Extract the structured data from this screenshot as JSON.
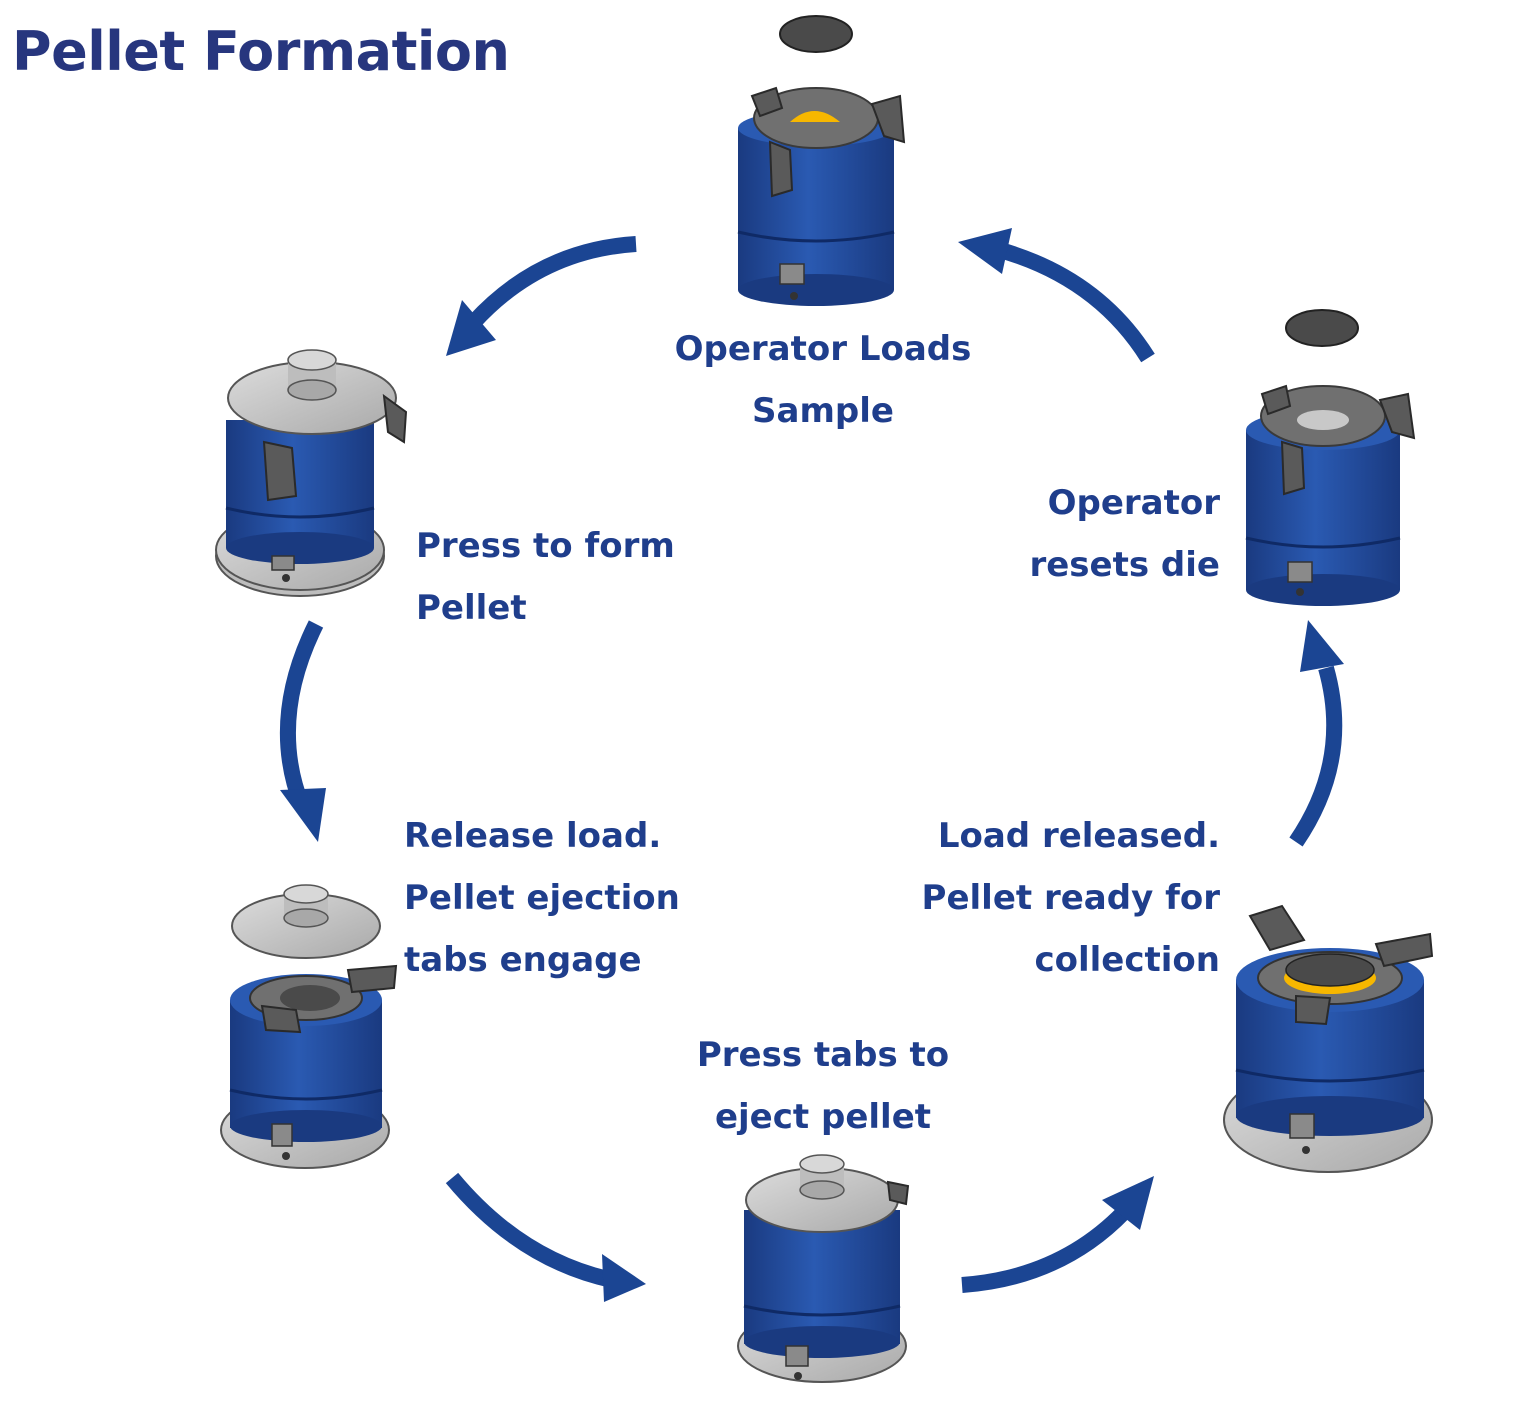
{
  "title": "Pellet Formation",
  "colors": {
    "title": "#27367e",
    "label": "#1f3e8c",
    "arrow": "#1b4593",
    "die_body": "#2450a3",
    "die_dark": "#1a3a80",
    "plate": "#c9c9c9",
    "collar": "#6e6e6e",
    "pellet": "#4a4a4a",
    "sample": "#f7b700"
  },
  "steps": [
    {
      "id": "load",
      "lines": [
        "Operator Loads",
        "Sample"
      ]
    },
    {
      "id": "press",
      "lines": [
        "Press to form",
        "Pellet"
      ]
    },
    {
      "id": "release",
      "lines": [
        "Release load.",
        "Pellet ejection",
        "tabs engage"
      ]
    },
    {
      "id": "eject",
      "lines": [
        "Press tabs to",
        "eject pellet"
      ]
    },
    {
      "id": "collect",
      "lines": [
        "Load released.",
        "Pellet ready for",
        "collection"
      ]
    },
    {
      "id": "reset",
      "lines": [
        "Operator",
        "resets die"
      ]
    }
  ]
}
